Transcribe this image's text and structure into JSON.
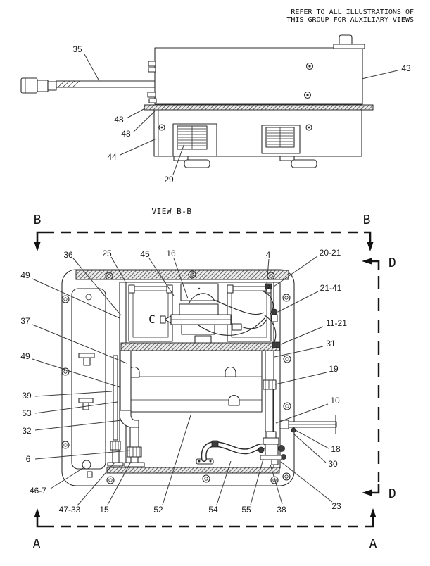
{
  "header": {
    "line1": "REFER TO ALL ILLUSTRATIONS OF",
    "line2": "THIS GROUP FOR AUXILIARY VIEWS"
  },
  "bottom_view": {
    "title": "VIEW B-B",
    "markers": {
      "b": "B",
      "a": "A",
      "d": "D",
      "c": "C"
    }
  },
  "callouts_top": {
    "c35": "35",
    "c43": "43",
    "c48a": "48",
    "c48b": "48",
    "c44": "44",
    "c29": "29"
  },
  "callouts_bottom": {
    "c36": "36",
    "c25": "25",
    "c45": "45",
    "c16": "16",
    "c4": "4",
    "c20_21": "20-21",
    "c21_41": "21-41",
    "c11_21": "11-21",
    "c31": "31",
    "c19": "19",
    "c10": "10",
    "c18": "18",
    "c30": "30",
    "c23": "23",
    "c49a": "49",
    "c37": "37",
    "c49b": "49",
    "c39": "39",
    "c53": "53",
    "c32": "32",
    "c6": "6",
    "c46_7": "46-7",
    "c47_33": "47-33",
    "c15": "15",
    "c52": "52",
    "c54": "54",
    "c55": "55",
    "c38": "38"
  },
  "colors": {
    "line": "#2b2b2b",
    "label": "#1c1c1c",
    "background": "#ffffff"
  }
}
